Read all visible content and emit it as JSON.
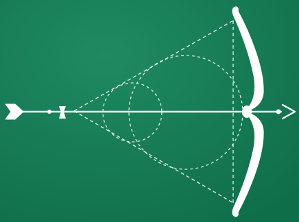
{
  "scene": {
    "background_color": "#137a55",
    "stroke_color": "#ffffff",
    "guide_style": "dashed",
    "elements": [
      "arrow-fletching",
      "arrow-nock",
      "arrow-shaft",
      "arrowhead",
      "bow-limbs",
      "bow-grip",
      "guide-triangle",
      "guide-circle-small",
      "guide-circle-large"
    ]
  }
}
